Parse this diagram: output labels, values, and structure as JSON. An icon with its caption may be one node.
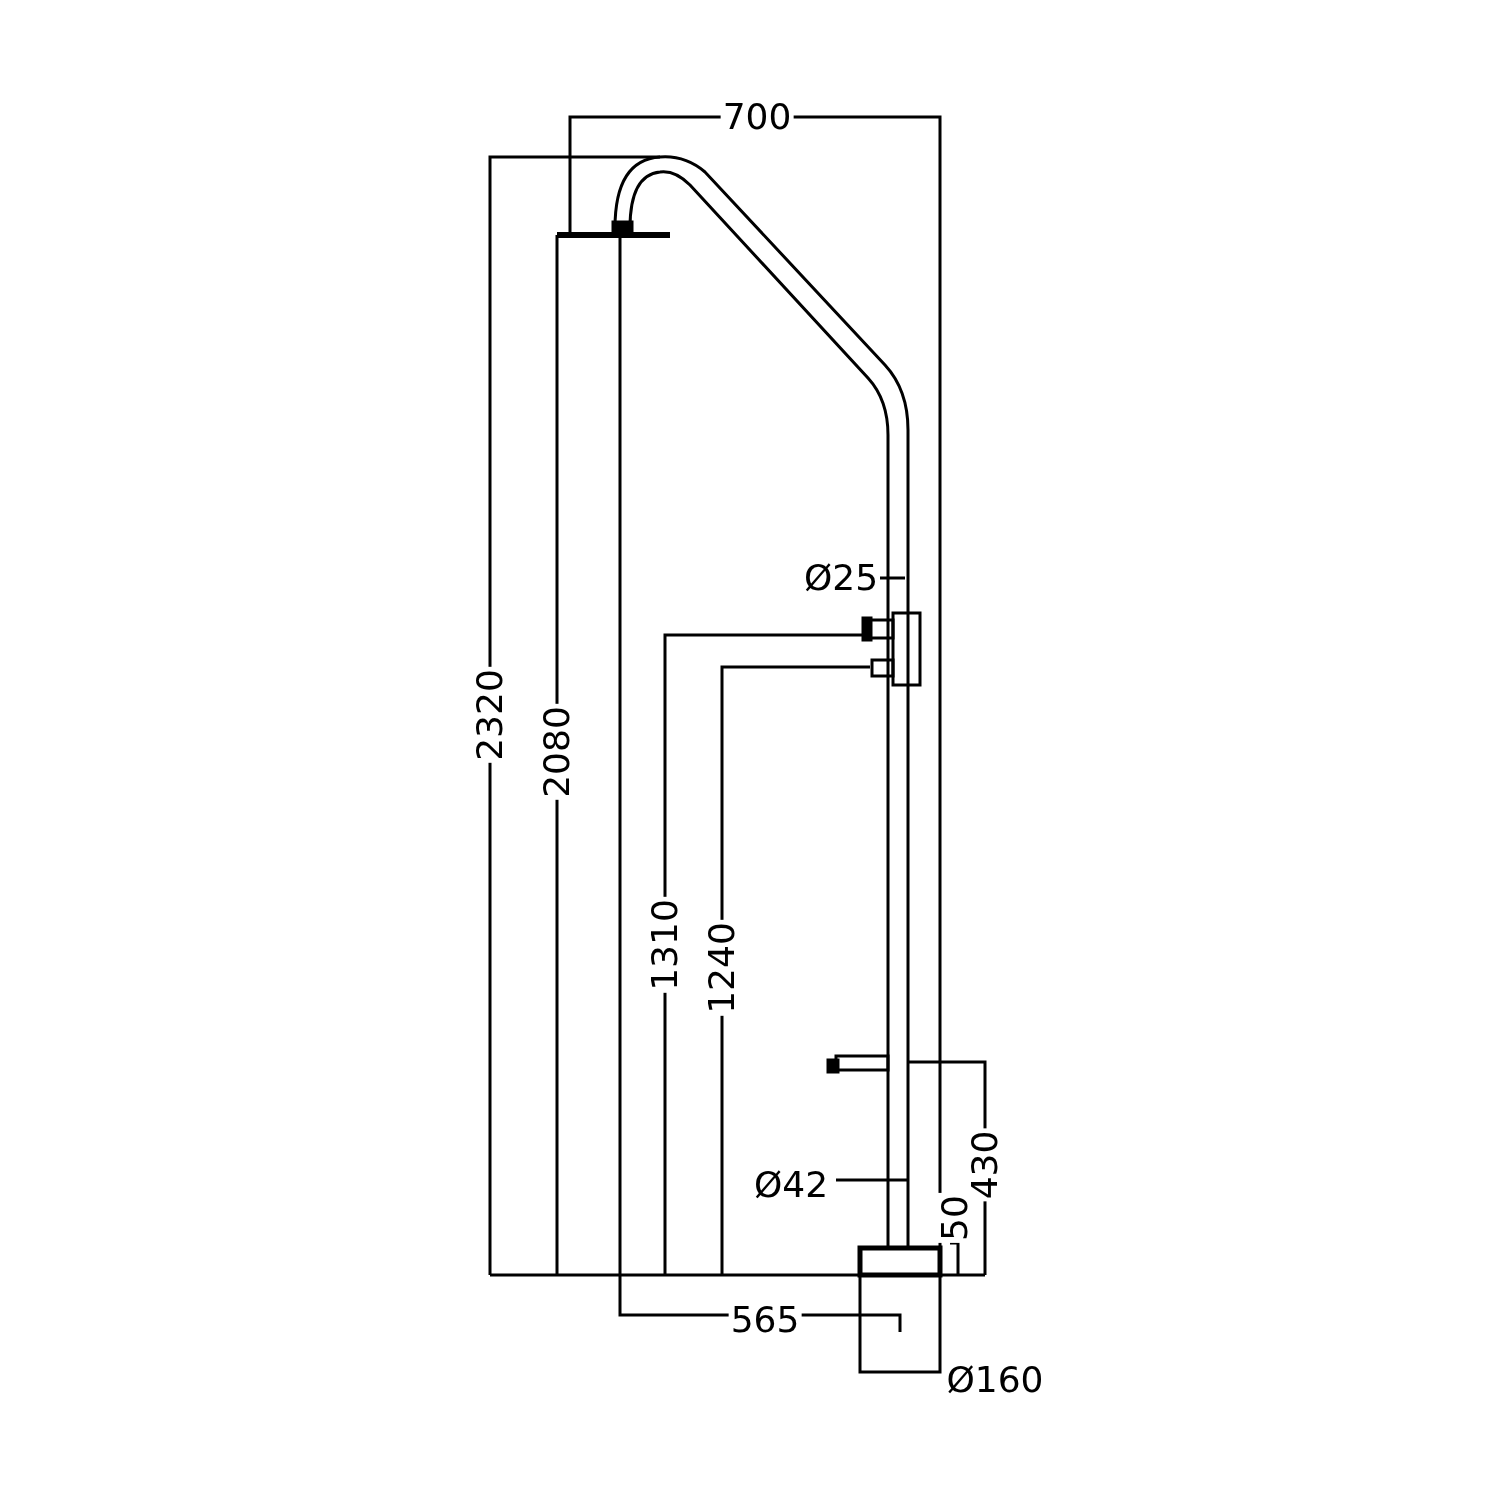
{
  "diagram": {
    "nodes": [
      {
        "text": [
          "Ø25"
        ]
      },
      {
        "text": [
          "Ø42"
        ]
      }
    ],
    "edges": [
      {
        "from": 0,
        "to": null,
        "arrow": "none"
      },
      {
        "from": 1,
        "to": null,
        "arrow": "none"
      }
    ],
    "labels": [
      "700",
      "2320",
      "2080",
      "1310",
      "1240",
      "430",
      "50",
      "565",
      "Ø160"
    ]
  }
}
